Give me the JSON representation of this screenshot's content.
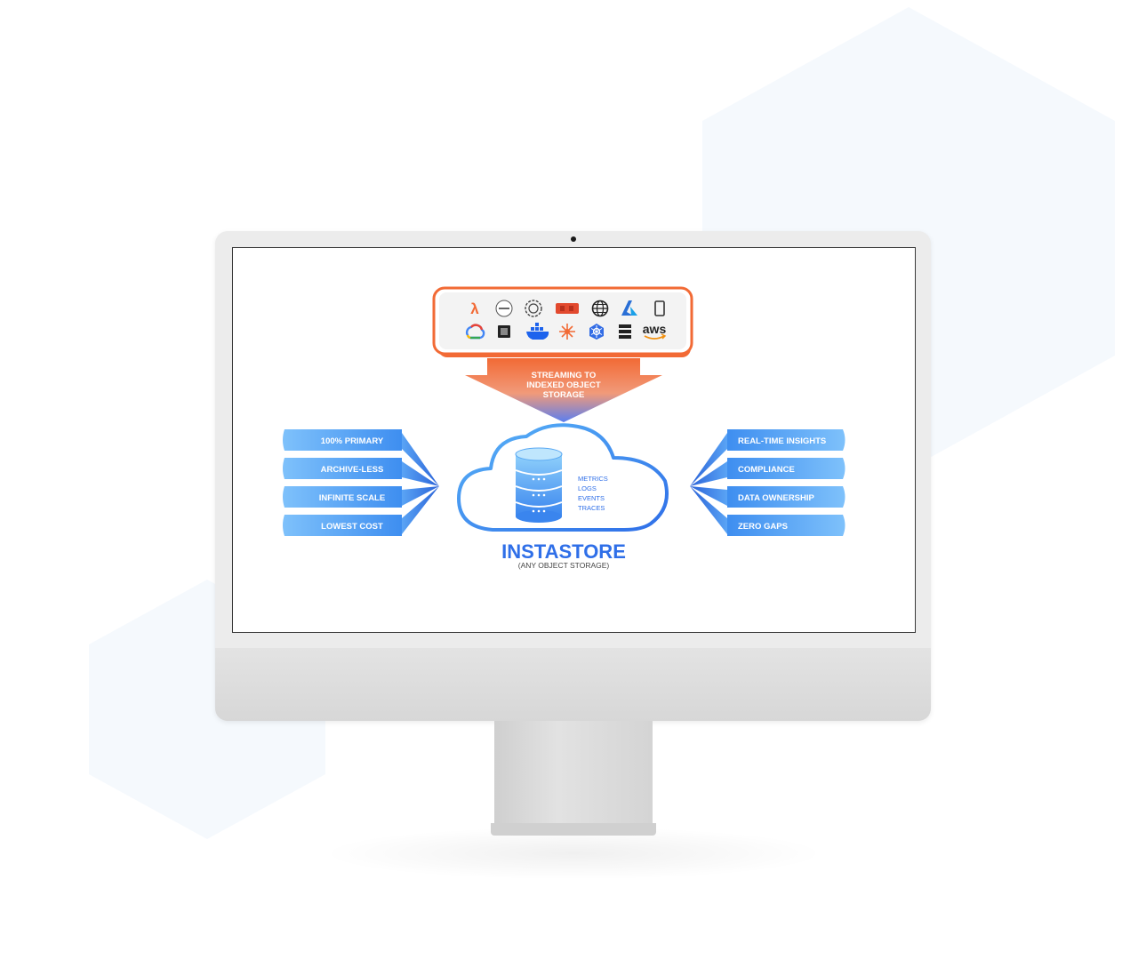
{
  "colors": {
    "accent_orange": "#f26a35",
    "accent_blue": "#2f6fe8",
    "banner_blue": "#4a9cf2",
    "hex_tint": "#f6fafd"
  },
  "sources": {
    "icons_row1": [
      "lambda-icon",
      "vmware-icon",
      "api-icon",
      "kafka-icon",
      "globe-icon",
      "azure-icon",
      "mobile-icon"
    ],
    "icons_row2": [
      "gcp-icon",
      "chip-icon",
      "docker-icon",
      "spark-icon",
      "kubernetes-icon",
      "server-icon",
      "aws-icon"
    ],
    "aws_label": "aws"
  },
  "arrow": {
    "line1": "STREAMING TO",
    "line2": "INDEXED OBJECT",
    "line3": "STORAGE"
  },
  "left_features": [
    "100% PRIMARY",
    "ARCHIVE-LESS",
    "INFINITE SCALE",
    "LOWEST COST"
  ],
  "right_features": [
    "REAL-TIME INSIGHTS",
    "COMPLIANCE",
    "DATA OWNERSHIP",
    "ZERO GAPS"
  ],
  "cloud": {
    "data_types": [
      "METRICS",
      "LOGS",
      "EVENTS",
      "TRACES"
    ]
  },
  "product": {
    "name": "INSTASTORE",
    "subtitle": "(ANY OBJECT STORAGE)"
  }
}
